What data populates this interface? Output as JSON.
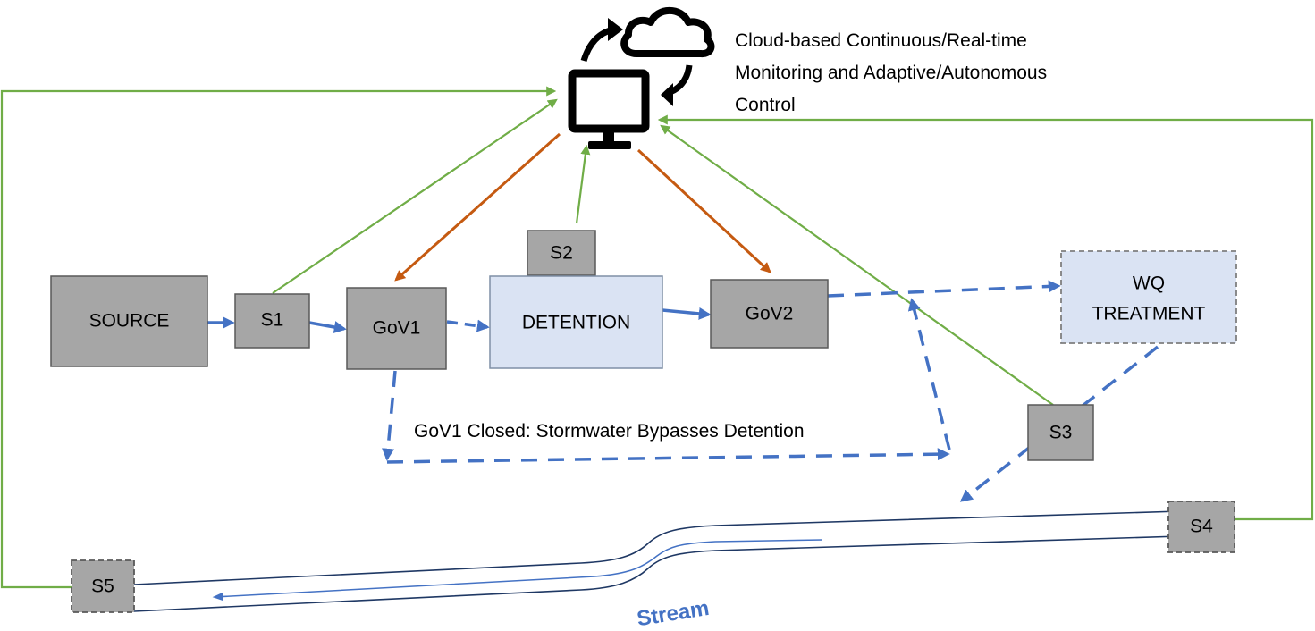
{
  "title_lines": [
    "Cloud-based Continuous/Real-time",
    "Monitoring and Adaptive/Autonomous",
    "Control"
  ],
  "nodes": {
    "source": "SOURCE",
    "s1": "S1",
    "gov1": "GoV1",
    "s2": "S2",
    "detention": "DETENTION",
    "gov2": "GoV2",
    "wq_line1": "WQ",
    "wq_line2": "TREATMENT",
    "s3": "S3",
    "s4": "S4",
    "s5": "S5"
  },
  "bypass_label": "GoV1 Closed: Stormwater Bypasses Detention",
  "stream_label": "Stream",
  "colors": {
    "node_fill": "#a6a6a6",
    "node_border": "#595959",
    "light_fill": "#dae3f3",
    "light_border": "#7f8fa6",
    "flow_blue": "#4472c4",
    "signal_green": "#70ad47",
    "control_orange": "#c55a11",
    "stream_dark": "#1f3864",
    "stream_label": "#4472c4"
  },
  "icons": [
    "computer-monitor-icon",
    "cloud-icon",
    "sync-arrows-icon"
  ]
}
